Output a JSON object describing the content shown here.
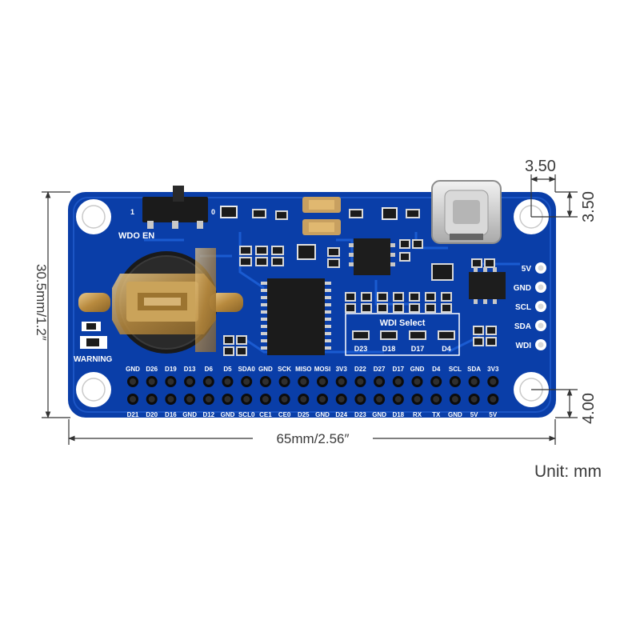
{
  "dimensions": {
    "width": "65mm/2.56″",
    "height": "30.5mm/1.2″",
    "hole_offset_x": "3.50",
    "hole_offset_y": "3.50",
    "hole_offset_bottom": "4.00",
    "unit": "Unit: mm"
  },
  "board": {
    "color": "#0a3ea8",
    "switch_label": "WDO EN",
    "switch_pos_1": "1",
    "switch_pos_0": "0",
    "warning_label": "WARNING",
    "wdi_select_title": "WDI Select",
    "wdi_options": [
      "D23",
      "D18",
      "D17",
      "D4"
    ],
    "side_header": [
      "5V",
      "GND",
      "SCL",
      "SDA",
      "WDI"
    ],
    "gpio_top": [
      "GND",
      "D26",
      "D19",
      "D13",
      "D6",
      "D5",
      "SDA0",
      "GND",
      "SCK",
      "MISO",
      "MOSI",
      "3V3",
      "D22",
      "D27",
      "D17",
      "GND",
      "D4",
      "SCL",
      "SDA",
      "3V3"
    ],
    "gpio_bottom": [
      "D21",
      "D20",
      "D16",
      "GND",
      "D12",
      "GND",
      "SCL0",
      "CE1",
      "CE0",
      "D25",
      "GND",
      "D24",
      "D23",
      "GND",
      "D18",
      "RX",
      "TX",
      "GND",
      "5V",
      "5V"
    ]
  }
}
